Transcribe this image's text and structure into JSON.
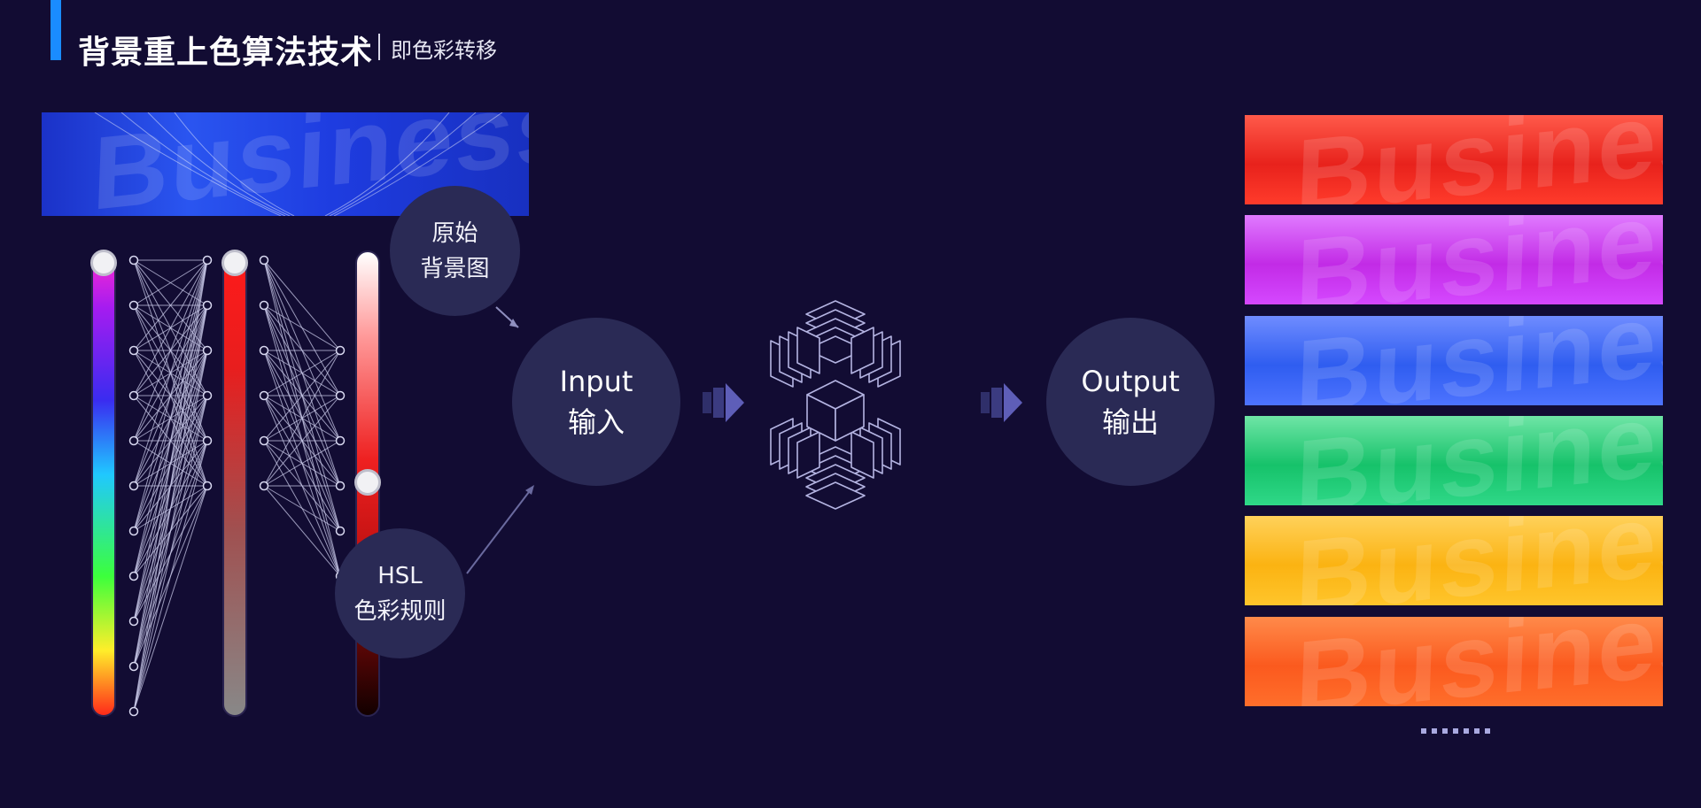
{
  "header": {
    "title": "背景重上色算法技术",
    "subtitle": "即色彩转移"
  },
  "nodes": {
    "original": {
      "line1": "原始",
      "line2": "背景图"
    },
    "hsl": {
      "line1": "HSL",
      "line2": "色彩规则"
    },
    "input": {
      "line1": "Input",
      "line2": "输入"
    },
    "output": {
      "line1": "Output",
      "line2": "输出"
    }
  },
  "banners": {
    "watermark": "Business",
    "source": {
      "color": "#1c3fe0"
    },
    "outputs": [
      {
        "name": "red",
        "color": "#ee2a22"
      },
      {
        "name": "purple",
        "color": "#c42be6"
      },
      {
        "name": "blue",
        "color": "#2f5df0"
      },
      {
        "name": "green",
        "color": "#16c26a"
      },
      {
        "name": "yellow",
        "color": "#fbb312"
      },
      {
        "name": "orange",
        "color": "#fb5a1e"
      }
    ]
  },
  "colors": {
    "accent": "#1a8cff",
    "background": "#120c33",
    "node": "#2a2a55"
  },
  "icons": [
    "network-lines",
    "arrow-right",
    "processing-cube-icon",
    "more-dots"
  ]
}
